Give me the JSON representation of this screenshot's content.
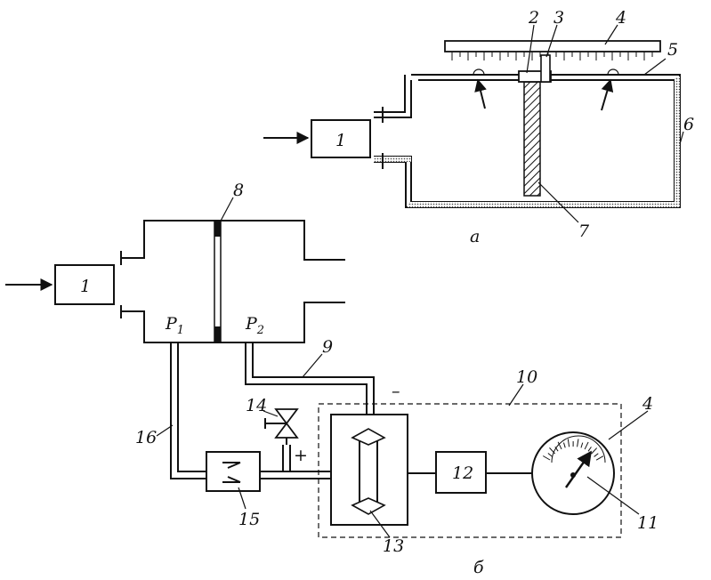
{
  "diagram": {
    "labels": {
      "l1_top": "1",
      "l1_bottom": "1",
      "l2": "2",
      "l3": "3",
      "l4_top": "4",
      "l4_bottom": "4",
      "l5": "5",
      "l6": "6",
      "l7": "7",
      "l8": "8",
      "l9": "9",
      "l10": "10",
      "l11": "11",
      "l12": "12",
      "l13": "13",
      "l14": "14",
      "l15": "15",
      "l16": "16",
      "caption_a": "а",
      "caption_b": "б",
      "p1_base": "P",
      "p1_sub": "1",
      "p2_base": "P",
      "p2_sub": "2",
      "minus": "–",
      "plus": "+"
    }
  }
}
